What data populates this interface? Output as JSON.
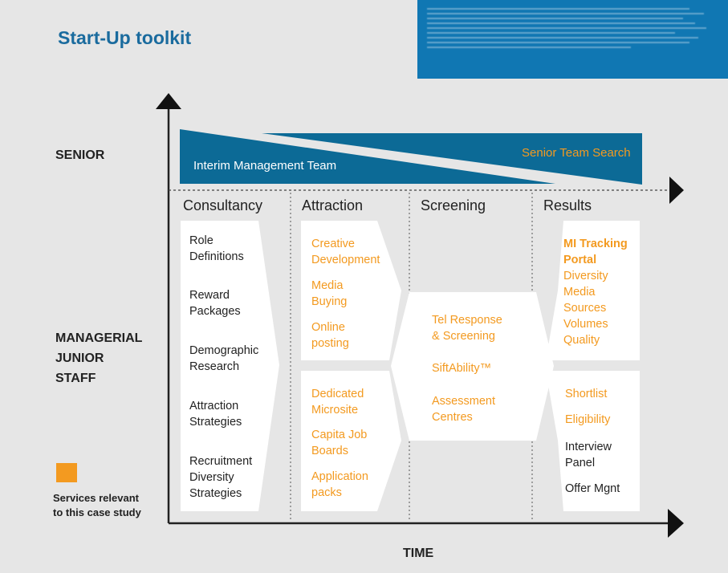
{
  "title": "Start-Up toolkit",
  "axes": {
    "senior": "SENIOR",
    "managerial": [
      "MANAGERIAL",
      "JUNIOR",
      "STAFF"
    ],
    "time": "TIME"
  },
  "banner": {
    "interim": "Interim Management Team",
    "senior_search": "Senior Team Search",
    "color": "#0c6a96"
  },
  "columns": [
    "Consultancy",
    "Attraction",
    "Screening",
    "Results"
  ],
  "consultancy": [
    [
      "Role",
      "Definitions"
    ],
    [
      "Reward",
      "Packages"
    ],
    [
      "Demographic",
      "Research"
    ],
    [
      "Attraction",
      "Strategies"
    ],
    [
      "Recruitment",
      "Diversity",
      "Strategies"
    ]
  ],
  "attraction_top": [
    [
      "Creative",
      "Development"
    ],
    [
      "Media",
      "Buying"
    ],
    [
      "Online",
      "posting"
    ]
  ],
  "attraction_bottom": [
    [
      "Dedicated",
      "Microsite"
    ],
    [
      "Capita Job",
      "Boards"
    ],
    [
      "Application",
      "packs"
    ]
  ],
  "screening": [
    [
      "Tel Response",
      "& Screening"
    ],
    [
      "SiftAbility™"
    ],
    [
      "Assessment",
      "Centres"
    ]
  ],
  "results_top": {
    "highlight": [
      "MI Tracking",
      "Portal"
    ],
    "items": [
      "Diversity",
      "Media",
      "Sources",
      "Volumes",
      "Quality"
    ]
  },
  "results_bottom": {
    "highlight": [
      "Shortlist",
      "Eligibility"
    ],
    "items": [
      [
        "Interview",
        "Panel"
      ],
      [
        "Offer Mgnt"
      ]
    ]
  },
  "legend": [
    "Services relevant",
    "to this case study"
  ],
  "colors": {
    "accent": "#f39a20",
    "brand": "#1a6b9e",
    "background": "#e6e6e6"
  }
}
